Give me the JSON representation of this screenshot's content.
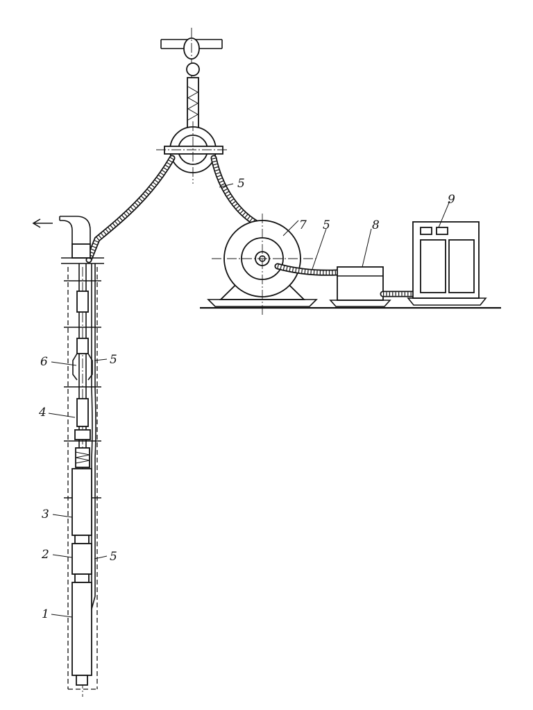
{
  "labels": {
    "l1": "1",
    "l2": "2",
    "l3": "3",
    "l4": "4",
    "l5a": "5",
    "l5b": "5",
    "l5c": "5",
    "l5d": "5",
    "l6": "6",
    "l7": "7",
    "l8": "8",
    "l9": "9"
  },
  "colors": {
    "ink": "#111111",
    "paper": "#ffffff"
  }
}
